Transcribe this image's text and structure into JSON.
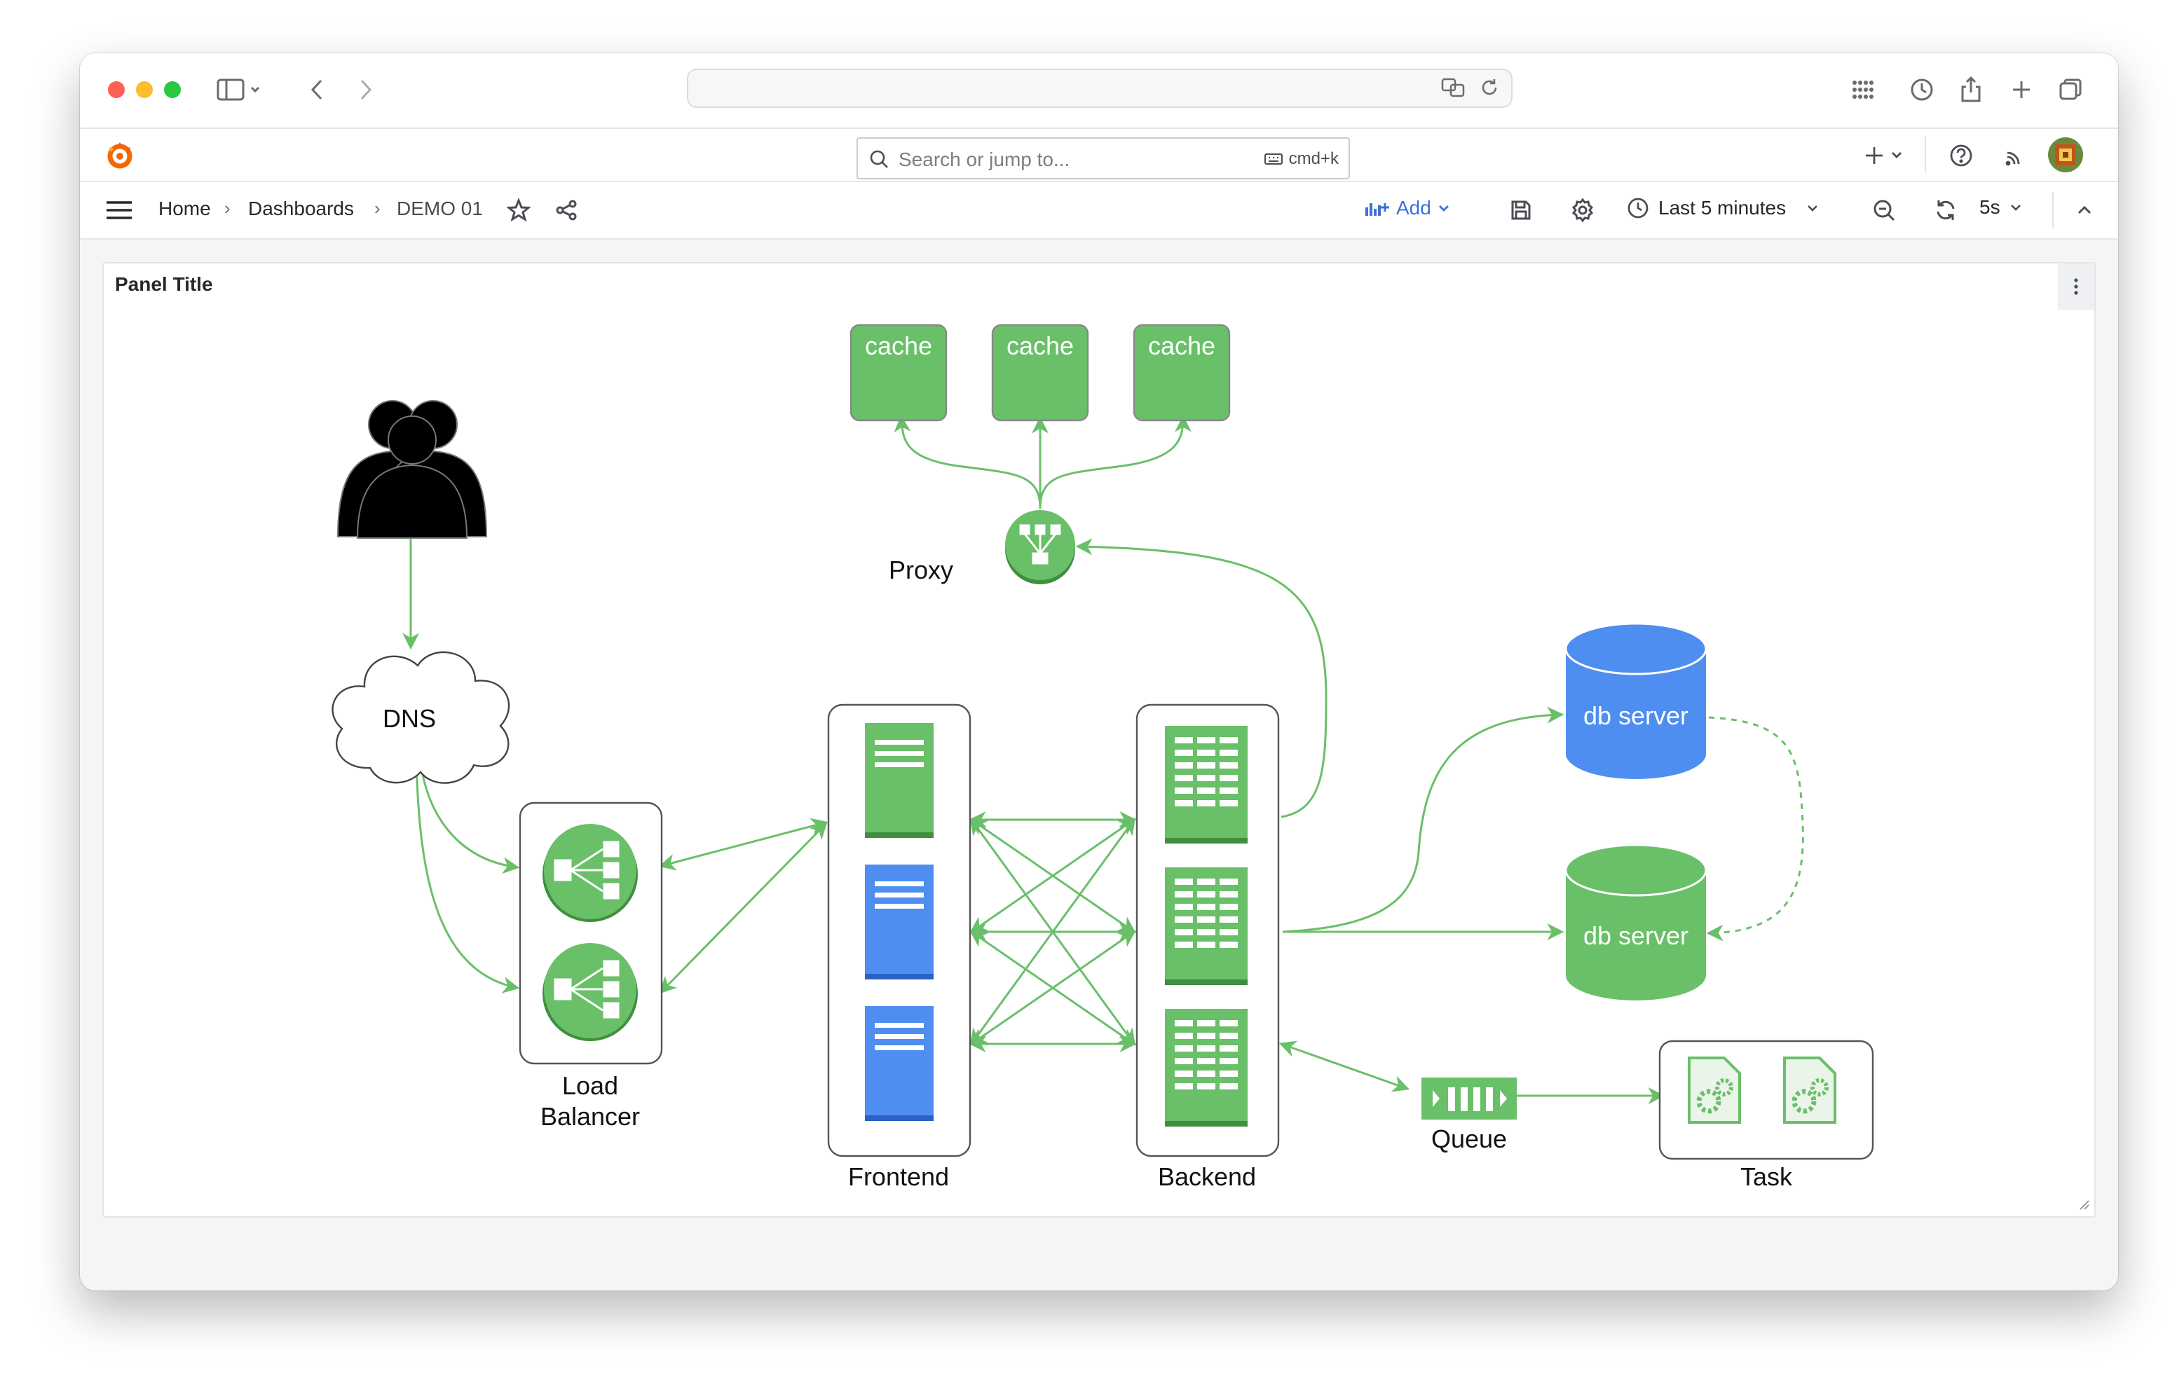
{
  "browser": {
    "address_text": ""
  },
  "grafana": {
    "search_placeholder": "Search or jump to...",
    "search_shortcut": "cmd+k",
    "breadcrumbs": [
      "Home",
      "Dashboards",
      "DEMO 01"
    ],
    "add_label": "Add",
    "time_range": "Last 5 minutes",
    "refresh_interval": "5s"
  },
  "panel": {
    "title": "Panel Title"
  },
  "diagram": {
    "cache_labels": [
      "cache",
      "cache",
      "cache"
    ],
    "proxy_label": "Proxy",
    "dns_label": "DNS",
    "lb_label_line1": "Load",
    "lb_label_line2": "Balancer",
    "frontend_label": "Frontend",
    "backend_label": "Backend",
    "db_labels": [
      "db server",
      "db server"
    ],
    "queue_label": "Queue",
    "task_label": "Task",
    "colors": {
      "green": "#6abf69",
      "green_dark": "#3f8f3e",
      "blue": "#4d8ef0",
      "edge": "#6abf69"
    }
  }
}
